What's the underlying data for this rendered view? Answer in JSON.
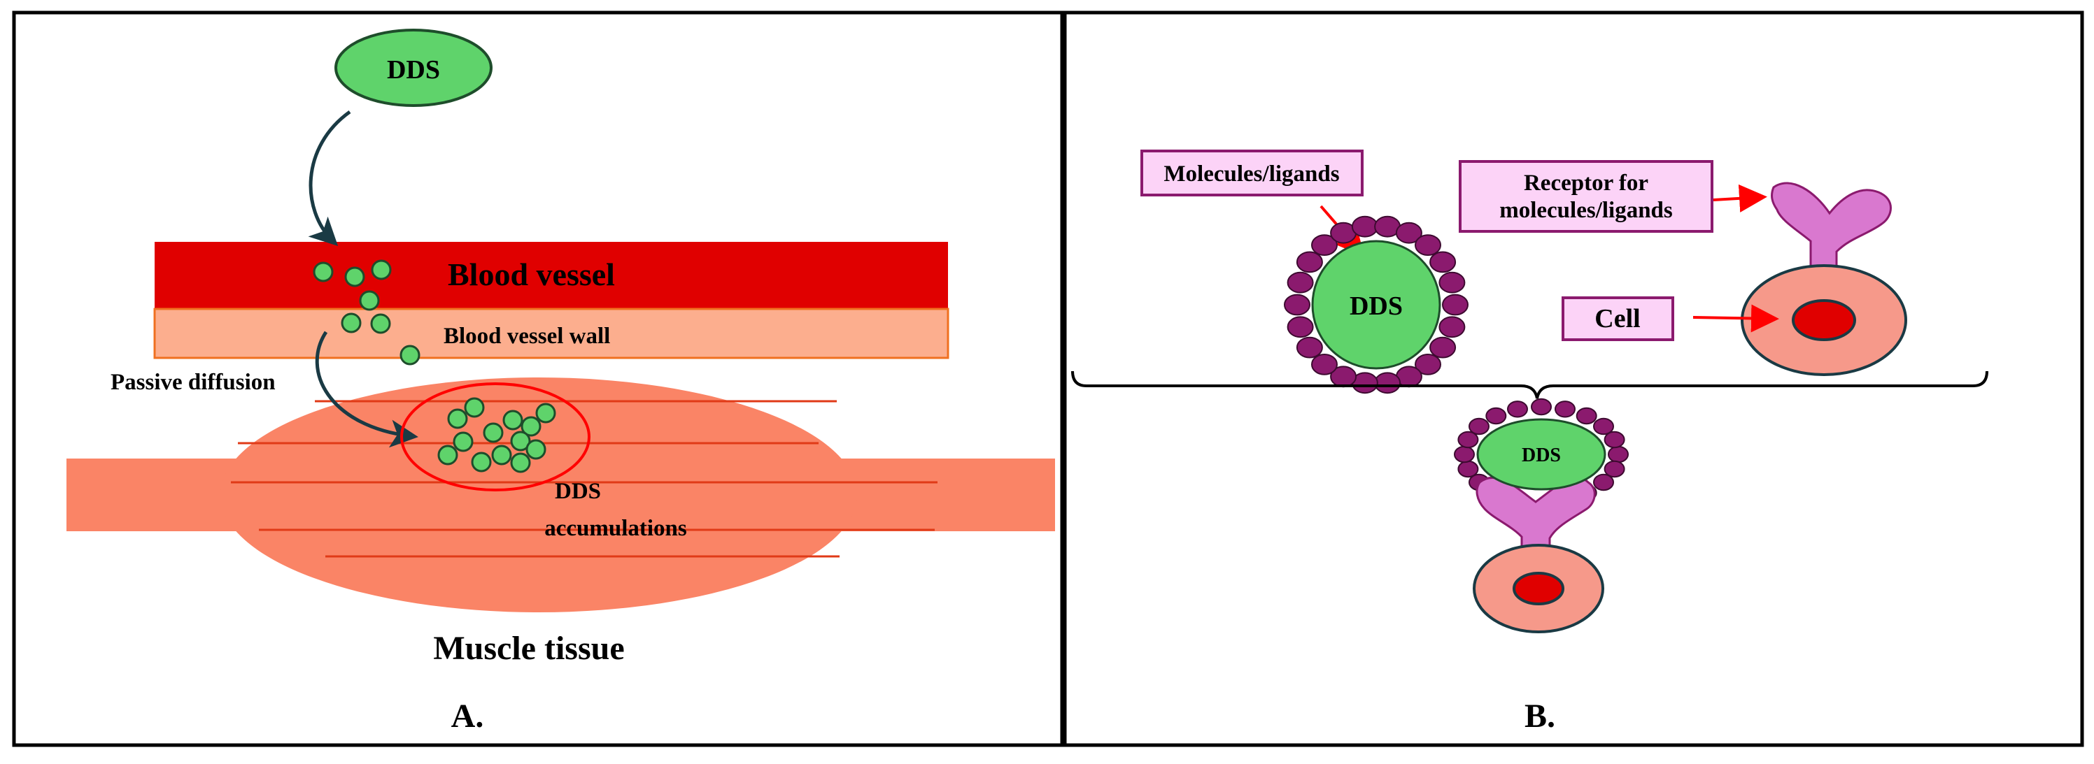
{
  "panel_a": {
    "dds_label": "DDS",
    "blood_vessel": "Blood vessel",
    "blood_vessel_wall": "Blood vessel wall",
    "passive_diffusion": "Passive diffusion",
    "accumulation_line1": "DDS",
    "accumulation_line2": "accumulations",
    "muscle_tissue": "Muscle tissue",
    "panel_label": "A."
  },
  "panel_b": {
    "molecules_ligands": "Molecules/ligands",
    "receptor_line1": "Receptor for",
    "receptor_line2": "molecules/ligands",
    "dds_label": "DDS",
    "cell": "Cell",
    "bound_dds_label": "DDS",
    "panel_label": "B."
  },
  "colors": {
    "dds_green": "#5fd36b",
    "blood_red": "#e00000",
    "vessel_wall": "#fcae8e",
    "muscle": "#fa8466",
    "ligand_purple": "#8b1a6e",
    "receptor_pink": "#d978cf",
    "cell_pink": "#f6998a",
    "nucleus_red": "#e00000",
    "label_box_fill": "#fcd3f7",
    "label_box_border": "#8b1a6e",
    "arrow_red": "#ff0000",
    "curve_arrow": "#1a3a44"
  },
  "icons": [
    "curved-arrow-icon",
    "red-arrow-icon",
    "brace-icon"
  ]
}
